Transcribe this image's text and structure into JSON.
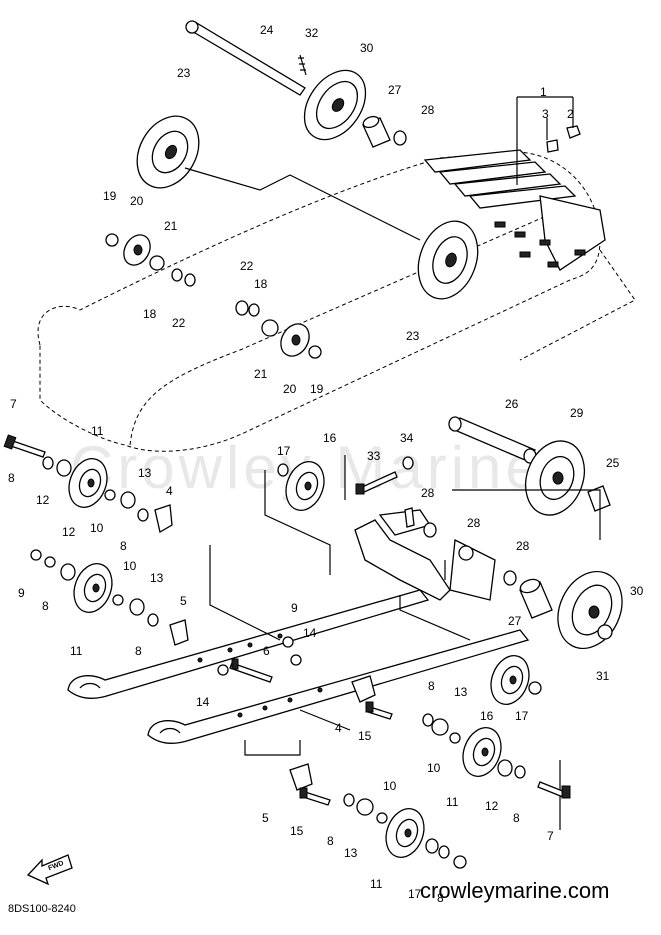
{
  "diagram": {
    "watermark": "Crowley Marine",
    "website": "crowleymarine.com",
    "drawing_code": "8DS100-8240",
    "forward_label": "FWD",
    "part_labels": {
      "p1": "1",
      "p2": "2",
      "p3": "3",
      "p4a": "4",
      "p4b": "4",
      "p5a": "5",
      "p5b": "5",
      "p6": "6",
      "p7a": "7",
      "p7b": "7",
      "p8a": "8",
      "p8b": "8",
      "p8c": "8",
      "p8d": "8",
      "p8e": "8",
      "p8f": "8",
      "p8g": "8",
      "p8h": "8",
      "p9a": "9",
      "p9b": "9",
      "p10a": "10",
      "p10b": "10",
      "p10c": "10",
      "p10d": "10",
      "p11a": "11",
      "p11b": "11",
      "p11c": "11",
      "p11d": "11",
      "p12a": "12",
      "p12b": "12",
      "p12c": "12",
      "p13a": "13",
      "p13b": "13",
      "p13c": "13",
      "p13d": "13",
      "p14a": "14",
      "p14b": "14",
      "p15a": "15",
      "p15b": "15",
      "p16a": "16",
      "p16b": "16",
      "p17a": "17",
      "p17b": "17",
      "p17c": "17",
      "p18a": "18",
      "p18b": "18",
      "p19a": "19",
      "p19b": "19",
      "p20a": "20",
      "p20b": "20",
      "p21a": "21",
      "p21b": "21",
      "p22a": "22",
      "p22b": "22",
      "p23a": "23",
      "p23b": "23",
      "p24": "24",
      "p25": "25",
      "p26": "26",
      "p27a": "27",
      "p27b": "27",
      "p28a": "28",
      "p28b": "28",
      "p28c": "28",
      "p28d": "28",
      "p29": "29",
      "p30a": "30",
      "p30b": "30",
      "p31": "31",
      "p32": "32",
      "p33": "33",
      "p34": "34"
    }
  }
}
